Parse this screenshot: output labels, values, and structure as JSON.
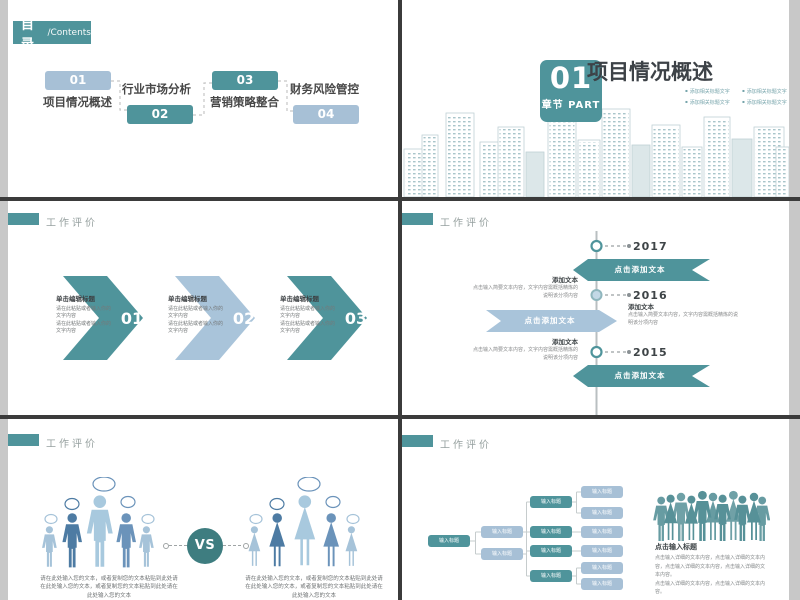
{
  "colors": {
    "teal": "#4f949b",
    "light_blue": "#a7c0d6",
    "dark_teal_vs": "#3e7d80",
    "crowd_teal": "#579198",
    "divider_dark": "#3b3b3b",
    "canvas_gray": "#c8c8c8",
    "title_dark": "#3d4247",
    "body_gray": "#75797a"
  },
  "icons": {
    "bullet_diamond": "▪"
  },
  "slide_contents": {
    "header_zh": "目录",
    "header_en": "/Contents",
    "items": [
      {
        "num": "01",
        "label": "项目情况概述"
      },
      {
        "num": "02",
        "label": "行业市场分析"
      },
      {
        "num": "03",
        "label": "营销策略整合"
      },
      {
        "num": "04",
        "label": "财务风险管控"
      }
    ]
  },
  "slide_section": {
    "number": "01",
    "part_label": "章节 PART",
    "title": "项目情况概述",
    "bullets": [
      "添加相关标题文字",
      "添加相关标题文字",
      "添加相关标题文字",
      "添加相关标题文字"
    ]
  },
  "slide_steps": {
    "header": "工作评价",
    "steps": [
      {
        "num": "01",
        "title": "单击编辑标题",
        "body": "请在此粘贴或者输入你的文字内容\n请在此粘贴或者输入你的文字内容"
      },
      {
        "num": "02",
        "title": "单击编辑标题",
        "body": "请在此粘贴或者输入你的文字内容\n请在此粘贴或者输入你的文字内容"
      },
      {
        "num": "03",
        "title": "单击编辑标题",
        "body": "请在此粘贴或者输入你的文字内容\n请在此粘贴或者输入你的文字内容"
      }
    ]
  },
  "slide_timeline": {
    "header": "工作评价",
    "banner_label": "点击添加文本",
    "years": [
      "2017",
      "2016",
      "2015"
    ],
    "note_label": "添加文本",
    "note_desc": "点击输入简要文本内容，文字内容需概括精炼的说明该分项内容"
  },
  "slide_vs": {
    "header": "工作评价",
    "vs_label": "VS",
    "caption": "请在此处输入您的文本，或者复制您的文本粘贴到此处请在此处输入您的文本，或者复制您的文本粘贴到此处请在此处输入您的文本"
  },
  "slide_org": {
    "header": "工作评价",
    "box_label": "输入标题",
    "heading": "点击输入标题",
    "body": "点击输入详细的文本内容，点击输入详细的文本内容，点击输入详细的文本内容，点击输入详细的文本内容。\n点击输入详细的文本内容，点击输入详细的文本内容。"
  }
}
